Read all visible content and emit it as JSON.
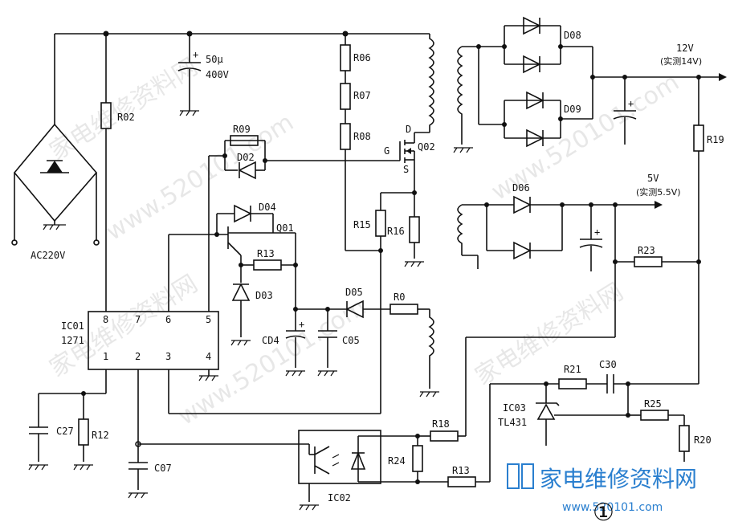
{
  "labels": {
    "r02": "R02",
    "r06": "R06",
    "r07": "R07",
    "r08": "R08",
    "r09": "R09",
    "r13a": "R13",
    "r13b": "R13",
    "r15": "R15",
    "r16": "R16",
    "r0": "R0",
    "r12": "R12",
    "r18": "R18",
    "r19": "R19",
    "r20": "R20",
    "r21": "R21",
    "r23": "R23",
    "r24": "R24",
    "r25": "R25",
    "d02": "D02",
    "d03": "D03",
    "d04": "D04",
    "d05": "D05",
    "d06": "D06",
    "d08": "D08",
    "d09": "D09",
    "q01": "Q01",
    "q02": "Q02",
    "g": "G",
    "d": "D",
    "s": "S",
    "c04": "CD4",
    "c05": "C05",
    "c07": "C07",
    "c27": "C27",
    "c30": "C30",
    "cap50a": "50μ",
    "cap50b": "400V",
    "ic01a": "IC01",
    "ic01b": "1271",
    "p8": "8",
    "p7": "7",
    "p6": "6",
    "p5": "5",
    "p1": "1",
    "p2": "2",
    "p3": "3",
    "p4": "4",
    "ic02": "IC02",
    "ic03a": "IC03",
    "ic03b": "TL431",
    "ac": "AC220V",
    "v12a": "12V",
    "v12b": "(实测14V)",
    "v5a": "5V",
    "v5b": "(实测5.5V)",
    "fig": "①"
  },
  "watermarks": [
    "家电维修资料网",
    "www.520101.com"
  ],
  "logo": {
    "text": "家电维修资料网",
    "sub": "www.520101.com"
  },
  "colors": {
    "ink": "#111111",
    "watermark": "#cccccc",
    "logo": "#2a7fcf"
  }
}
